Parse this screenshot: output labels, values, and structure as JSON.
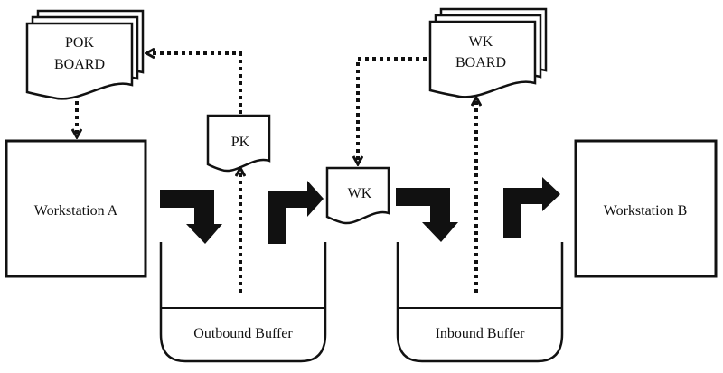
{
  "colors": {
    "stroke": "#111111",
    "fill_dark": "#111111",
    "background": "#ffffff"
  },
  "boards": {
    "pok": {
      "line1": "POK",
      "line2": "BOARD"
    },
    "wk": {
      "line1": "WK",
      "line2": "BOARD"
    }
  },
  "cards": {
    "pk": "PK",
    "wk": "WK"
  },
  "workstations": {
    "a": "Workstation A",
    "b": "Workstation B"
  },
  "buffers": {
    "outbound": "Outbound Buffer",
    "inbound": "Inbound Buffer"
  }
}
